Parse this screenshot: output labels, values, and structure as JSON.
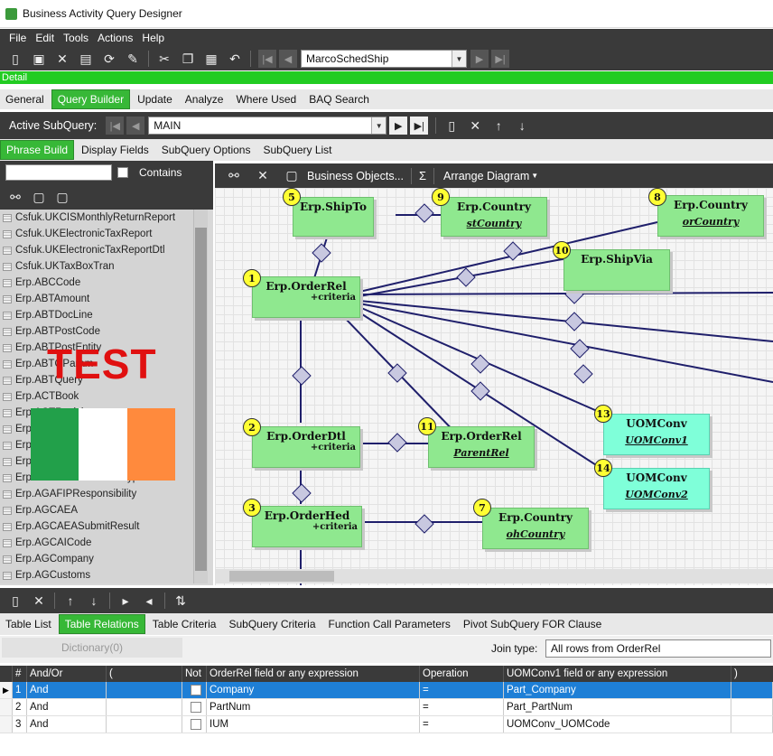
{
  "window": {
    "title": "Business Activity Query Designer"
  },
  "menu": [
    "File",
    "Edit",
    "Tools",
    "Actions",
    "Help"
  ],
  "toolbar": {
    "record_combo": "MarcoSchedShip"
  },
  "detail_bar": "Detail",
  "main_tabs": [
    {
      "label": "General",
      "active": false
    },
    {
      "label": "Query Builder",
      "active": true
    },
    {
      "label": "Update",
      "active": false
    },
    {
      "label": "Analyze",
      "active": false
    },
    {
      "label": "Where Used",
      "active": false
    },
    {
      "label": "BAQ Search",
      "active": false
    }
  ],
  "subquery": {
    "label": "Active SubQuery:",
    "value": "MAIN"
  },
  "sub_tabs": [
    {
      "label": "Phrase Build",
      "active": true
    },
    {
      "label": "Display Fields",
      "active": false
    },
    {
      "label": "SubQuery Options",
      "active": false
    },
    {
      "label": "SubQuery List",
      "active": false
    }
  ],
  "search": {
    "contains_label": "Contains"
  },
  "table_list": [
    "Csfuk.UKCISMonthlyReturnReport",
    "Csfuk.UKElectronicTaxReport",
    "Csfuk.UKElectronicTaxReportDtl",
    "Csfuk.UKTaxBoxTran",
    "Erp.ABCCode",
    "Erp.ABTAmount",
    "Erp.ABTDocLine",
    "Erp.ABTPostCode",
    "Erp.ABTPostEntity",
    "Erp.ABTQParam",
    "Erp.ABTQuery",
    "Erp.ACTBook",
    "Erp.ACTRevision",
    "Erp.ACTType",
    "Erp.AdditionalProcInfo",
    "Erp.Adjustment1099",
    "Erp.AGAFIPCommDocType",
    "Erp.AGAFIPResponsibility",
    "Erp.AGCAEA",
    "Erp.AGCAEASubmitResult",
    "Erp.AGCAICode",
    "Erp.AGCompany",
    "Erp.AGCustoms"
  ],
  "watermark": {
    "text": "TEST",
    "flag_colors": [
      "#22a04a",
      "#ffffff",
      "#ff8a3d"
    ]
  },
  "diagram_tools": {
    "business_objects": "Business Objects...",
    "sigma": "Σ",
    "arrange": "Arrange Diagram"
  },
  "nodes": [
    {
      "id": "1",
      "title": "Erp.OrderRel",
      "sub": "",
      "criteria": "+criteria"
    },
    {
      "id": "2",
      "title": "Erp.OrderDtl",
      "sub": "",
      "criteria": "+criteria"
    },
    {
      "id": "3",
      "title": "Erp.OrderHed",
      "sub": "",
      "criteria": "+criteria"
    },
    {
      "id": "5",
      "title": "Erp.ShipTo",
      "sub": "",
      "criteria": ""
    },
    {
      "id": "7",
      "title": "Erp.Country",
      "sub": "ohCountry",
      "criteria": ""
    },
    {
      "id": "8",
      "title": "Erp.Country",
      "sub": "orCountry",
      "criteria": ""
    },
    {
      "id": "9",
      "title": "Erp.Country",
      "sub": "stCountry",
      "criteria": ""
    },
    {
      "id": "10",
      "title": "Erp.ShipVia",
      "sub": "",
      "criteria": ""
    },
    {
      "id": "11",
      "title": "Erp.OrderRel",
      "sub": "ParentRel",
      "criteria": ""
    },
    {
      "id": "13",
      "title": "UOMConv",
      "sub": "UOMConv1",
      "criteria": ""
    },
    {
      "id": "14",
      "title": "UOMConv",
      "sub": "UOMConv2",
      "criteria": ""
    }
  ],
  "bottom_tabs": [
    {
      "label": "Table List",
      "active": false
    },
    {
      "label": "Table Relations",
      "active": true
    },
    {
      "label": "Table Criteria",
      "active": false
    },
    {
      "label": "SubQuery Criteria",
      "active": false
    },
    {
      "label": "Function Call Parameters",
      "active": false
    },
    {
      "label": "Pivot SubQuery FOR Clause",
      "active": false
    }
  ],
  "join": {
    "dictionary": "Dictionary(0)",
    "label": "Join type:",
    "value": "All rows from OrderRel"
  },
  "grid": {
    "headers": [
      "#",
      "And/Or",
      "(",
      "Not",
      "OrderRel field or any expression",
      "Operation",
      "UOMConv1 field or any expression",
      ")"
    ],
    "rows": [
      {
        "n": "1",
        "andor": "And",
        "field": "Company",
        "op": "=",
        "right": "Part_Company",
        "selected": true
      },
      {
        "n": "2",
        "andor": "And",
        "field": "PartNum",
        "op": "=",
        "right": "Part_PartNum",
        "selected": false
      },
      {
        "n": "3",
        "andor": "And",
        "field": "IUM",
        "op": "=",
        "right": "UOMConv_UOMCode",
        "selected": false
      }
    ]
  }
}
